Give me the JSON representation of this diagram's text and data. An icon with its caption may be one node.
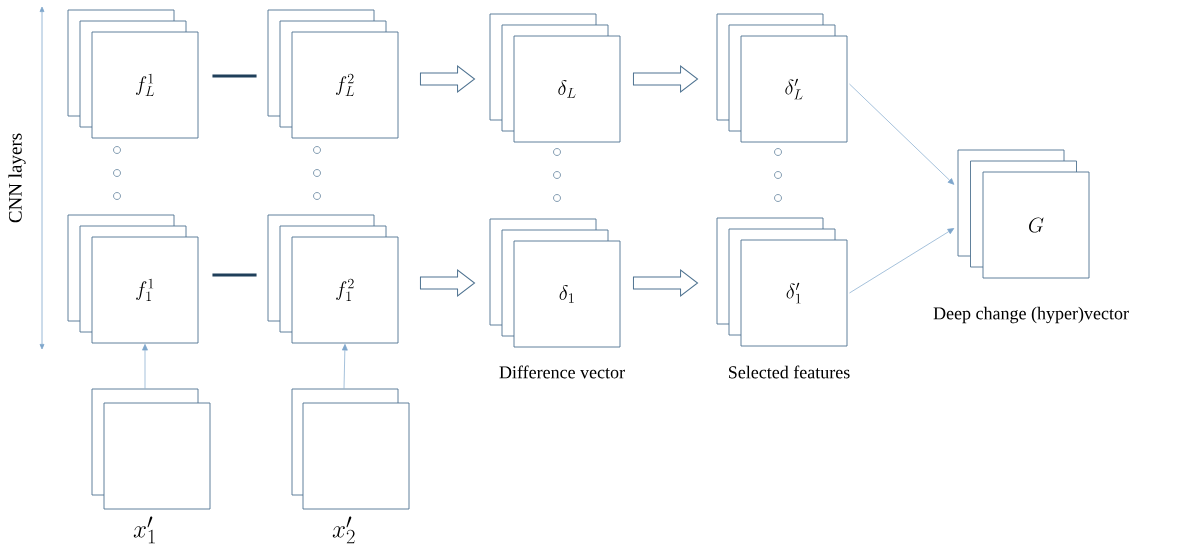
{
  "diagram": {
    "nodes": [
      {
        "text": [
          "f_L^1"
        ]
      },
      {
        "text": [
          "f_L^2"
        ]
      },
      {
        "text": [
          "\\delta_L"
        ]
      },
      {
        "text": [
          "\\delta_L'"
        ]
      },
      {
        "text": [
          "G"
        ],
        "beside": [
          "Deep change (hyper)vector"
        ]
      },
      {
        "text": [
          "f_1^1"
        ]
      },
      {
        "text": [
          "f_1^2"
        ]
      },
      {
        "text": [
          "\\delta_1"
        ],
        "beside": [
          "Difference vector"
        ]
      },
      {
        "text": [
          "\\delta_1'"
        ],
        "beside": [
          "Selected features"
        ]
      },
      {
        "text": [
          "x'_1"
        ]
      },
      {
        "text": [
          "x'_2"
        ]
      }
    ],
    "edges": [
      {
        "from": 0,
        "to": 1,
        "arrow": "none",
        "style": "thick",
        "color": "#1f3f5a"
      },
      {
        "from": 1,
        "to": 2,
        "arrow": "to",
        "style": "thick",
        "color": "#4f7391"
      },
      {
        "from": 2,
        "to": 3,
        "arrow": "to",
        "style": "thick",
        "color": "#4f7391"
      },
      {
        "from": 3,
        "to": 4,
        "arrow": "to",
        "color": "#7ea6cc"
      },
      {
        "from": 5,
        "to": 6,
        "arrow": "none",
        "style": "thick",
        "color": "#1f3f5a"
      },
      {
        "from": 6,
        "to": 7,
        "arrow": "to",
        "style": "thick",
        "color": "#4f7391"
      },
      {
        "from": 7,
        "to": 8,
        "arrow": "to",
        "style": "thick",
        "color": "#4f7391"
      },
      {
        "from": 8,
        "to": 4,
        "arrow": "to",
        "color": "#7ea6cc"
      },
      {
        "from": 9,
        "to": 5,
        "arrow": "to",
        "color": "#7ea6cc"
      },
      {
        "from": 10,
        "to": 6,
        "arrow": "to",
        "color": "#7ea6cc"
      }
    ],
    "labels": [
      "CNN layers"
    ]
  }
}
